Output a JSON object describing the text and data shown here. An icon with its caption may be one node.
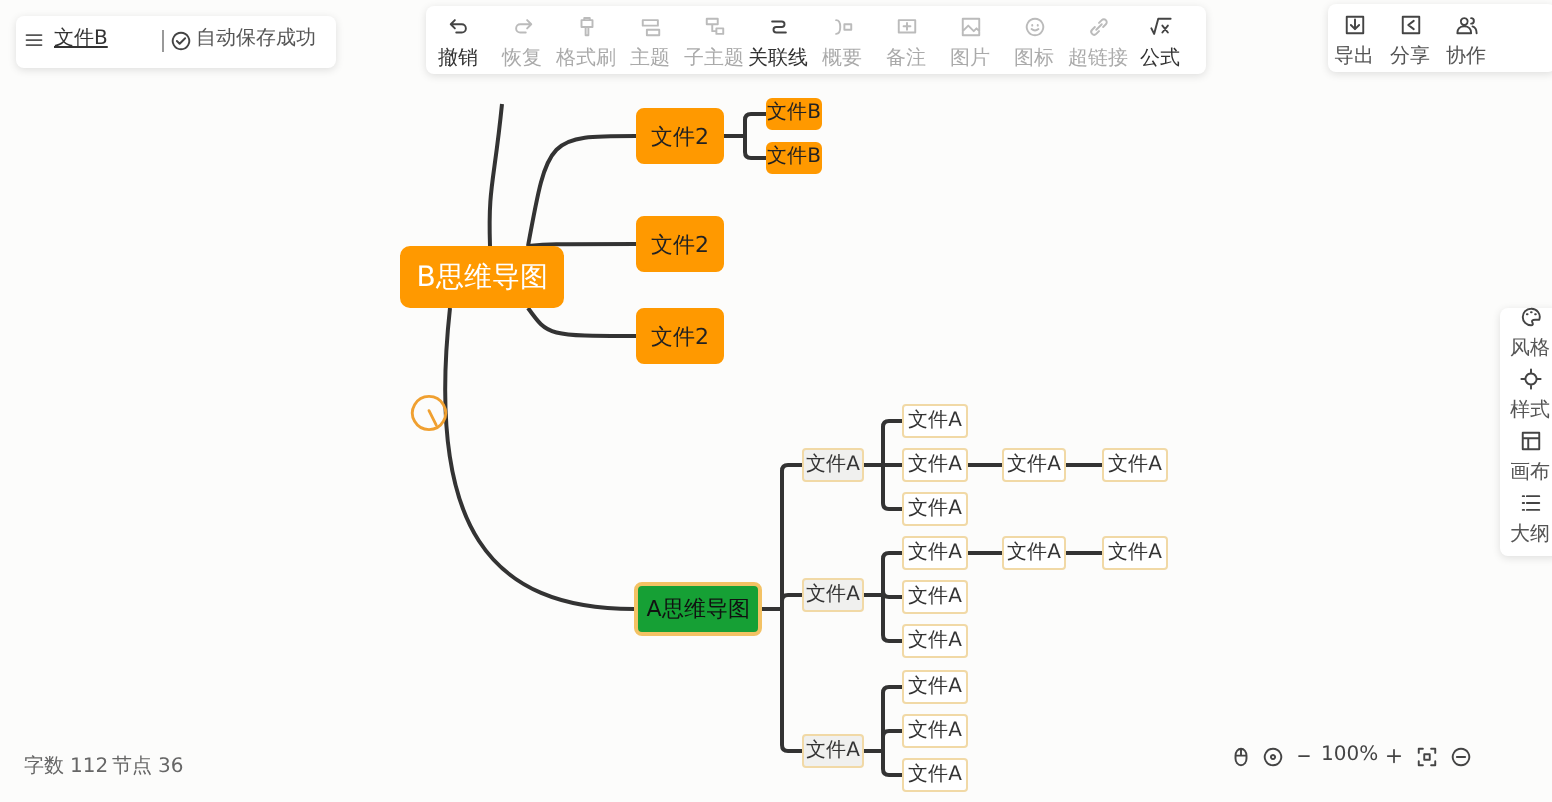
{
  "diagram": {
    "nodes": [
      {
        "text": [
          "B思维导图"
        ]
      },
      {
        "text": [
          "文件2"
        ]
      },
      {
        "text": [
          "文件B"
        ]
      },
      {
        "text": [
          "文件B"
        ]
      },
      {
        "text": [
          "文件2"
        ]
      },
      {
        "text": [
          "文件2"
        ]
      },
      {
        "text": [
          "A思维导图"
        ]
      },
      {
        "text": [
          "文件A"
        ]
      },
      {
        "text": [
          "文件A"
        ]
      },
      {
        "text": [
          "文件A"
        ]
      },
      {
        "text": [
          "文件A"
        ]
      },
      {
        "text": [
          "文件A"
        ]
      },
      {
        "text": [
          "文件A"
        ]
      },
      {
        "text": [
          "文件A"
        ]
      },
      {
        "text": [
          "文件A"
        ]
      },
      {
        "text": [
          "文件A"
        ]
      },
      {
        "text": [
          "文件A"
        ]
      },
      {
        "text": [
          "文件A"
        ]
      },
      {
        "text": [
          "文件A"
        ]
      },
      {
        "text": [
          "文件A"
        ]
      },
      {
        "text": [
          "文件A"
        ]
      },
      {
        "text": [
          "文件A"
        ]
      },
      {
        "text": [
          "文件A"
        ]
      }
    ],
    "edges": [
      {
        "from": null,
        "to": 0,
        "arrow": "none"
      },
      {
        "from": 0,
        "to": 1,
        "arrow": "none"
      },
      {
        "from": 1,
        "to": 2,
        "arrow": "none"
      },
      {
        "from": 1,
        "to": 3,
        "arrow": "none"
      },
      {
        "from": 0,
        "to": 4,
        "arrow": "none"
      },
      {
        "from": 0,
        "to": 5,
        "arrow": "none"
      },
      {
        "from": 0,
        "to": 6,
        "arrow": "none"
      },
      {
        "from": 6,
        "to": 7,
        "arrow": "none"
      },
      {
        "from": 6,
        "to": 13,
        "arrow": "none"
      },
      {
        "from": 6,
        "to": 19,
        "arrow": "none"
      },
      {
        "from": 7,
        "to": 8,
        "arrow": "none"
      },
      {
        "from": 7,
        "to": 9,
        "arrow": "none"
      },
      {
        "from": 7,
        "to": 10,
        "arrow": "none"
      },
      {
        "from": 9,
        "to": 11,
        "arrow": "none"
      },
      {
        "from": 11,
        "to": 12,
        "arrow": "none"
      },
      {
        "from": 13,
        "to": 14,
        "arrow": "none"
      },
      {
        "from": 13,
        "to": 15,
        "arrow": "none"
      },
      {
        "from": 13,
        "to": 16,
        "arrow": "none"
      },
      {
        "from": 14,
        "to": 17,
        "arrow": "none"
      },
      {
        "from": 17,
        "to": 18,
        "arrow": "none"
      },
      {
        "from": 19,
        "to": 20,
        "arrow": "none"
      },
      {
        "from": 19,
        "to": 21,
        "arrow": "none"
      },
      {
        "from": 19,
        "to": 22,
        "arrow": "none"
      }
    ],
    "labels": [
      "文件B",
      "自动保存成功",
      "撤销",
      "恢复",
      "格式刷",
      "主题",
      "子主题",
      "关联线",
      "概要",
      "备注",
      "图片",
      "图标",
      "超链接",
      "公式",
      "导出",
      "分享",
      "协作",
      "风格",
      "样式",
      "画布",
      "大纲",
      "字数",
      "112",
      "节点",
      "36",
      "100%"
    ]
  }
}
